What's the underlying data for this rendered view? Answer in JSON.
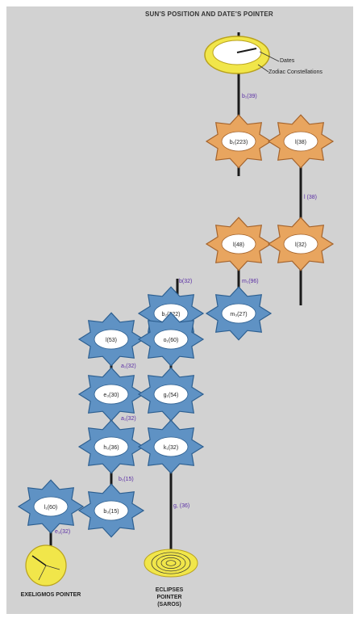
{
  "title": "SUN'S POSITION AND DATE'S POINTER",
  "top_dial": {
    "labels": [
      "Dates",
      "Zodiac Constellations"
    ]
  },
  "gears": [
    {
      "label": "b₁(223)",
      "x": 0,
      "y": 0
    },
    {
      "label": "l(38)",
      "x": 0,
      "y": 0
    },
    {
      "label": "l(48)",
      "x": 0,
      "y": 0
    },
    {
      "label": "l(32)",
      "x": 0,
      "y": 0
    },
    {
      "label": "b₂(222)",
      "x": 0,
      "y": 0
    },
    {
      "label": "m₃(27)",
      "x": 0,
      "y": 0
    },
    {
      "label": "l(53)",
      "x": 0,
      "y": 0
    },
    {
      "label": "o₁(60)",
      "x": 0,
      "y": 0
    },
    {
      "label": "e₃(30)",
      "x": 0,
      "y": 0
    },
    {
      "label": "g₁(54)",
      "x": 0,
      "y": 0
    },
    {
      "label": "h₃(36)",
      "x": 0,
      "y": 0
    },
    {
      "label": "k₁(32)",
      "x": 0,
      "y": 0
    },
    {
      "label": "l₁(60)",
      "x": 0,
      "y": 0
    },
    {
      "label": "b₃(15)",
      "x": 0,
      "y": 0
    }
  ],
  "axle_labels": [
    {
      "text": "b₁(39)"
    },
    {
      "text": "l (38)"
    },
    {
      "text": "m₁(96)"
    },
    {
      "text": "b(32)"
    },
    {
      "text": "a₁(32)"
    },
    {
      "text": "a₁(32)"
    },
    {
      "text": "b₁(15)"
    },
    {
      "text": "g, (36)"
    },
    {
      "text": "e₃(32)"
    }
  ],
  "bottom_labels": {
    "exeligmos": "EXELIGMOS POINTER",
    "eclipses_line1": "ECLIPSES",
    "eclipses_line2": "POINTER",
    "eclipses_line3": "(SAROS)"
  },
  "colors": {
    "background": "#d2d2d2",
    "copper_gear": "#e8a55f",
    "blue_gear": "#5f92c4",
    "dial_yellow": "#f1e64a",
    "label_purple": "#5b2fa5",
    "axle": "#1a1a1a"
  }
}
